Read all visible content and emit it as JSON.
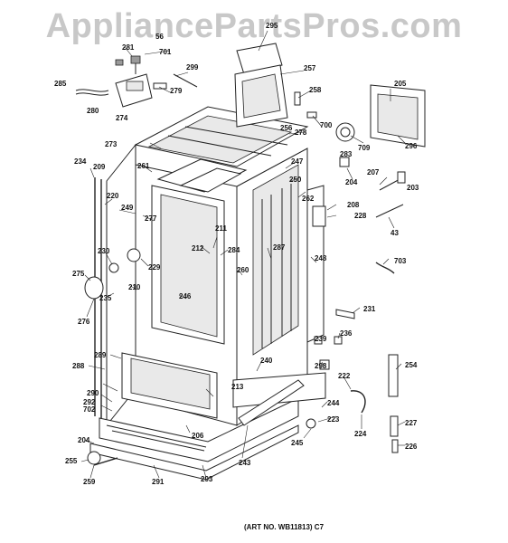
{
  "watermark": "AppliancePartsPros.com",
  "caption": "(ART NO. WB11813) C7",
  "labels": {
    "l295": "295",
    "l56": "56",
    "l281": "281",
    "l701": "701",
    "l299": "299",
    "l257": "257",
    "l285": "285",
    "l279": "279",
    "l258": "258",
    "l280": "280",
    "l274": "274",
    "l205": "205",
    "l700": "700",
    "l256": "256",
    "l278": "278",
    "l709": "709",
    "l296": "296",
    "l273": "273",
    "l283": "283",
    "l247": "247",
    "l234": "234",
    "l209": "209",
    "l261": "261",
    "l207": "207",
    "l250": "250",
    "l204": "204",
    "l203": "203",
    "l262": "262",
    "l220": "220",
    "l208": "208",
    "l249": "249",
    "l277": "277",
    "l228": "228",
    "l211": "211",
    "l43": "43",
    "l287": "287",
    "l212": "212",
    "l284": "284",
    "l230": "230",
    "l248": "248",
    "l703": "703",
    "l229": "229",
    "l260": "260",
    "l275": "275",
    "l210": "210",
    "l246": "246",
    "l235": "235",
    "l231": "231",
    "l276": "276",
    "l239": "239",
    "l236": "236",
    "l289": "289",
    "l298": "298",
    "l254": "254",
    "l288": "288",
    "l240": "240",
    "l222": "222",
    "l213": "213",
    "l290": "290",
    "l244": "244",
    "l292": "292",
    "l702": "702",
    "l223": "223",
    "l227": "227",
    "l224": "224",
    "l206": "206",
    "l204b": "204",
    "l245": "245",
    "l226": "226",
    "l255": "255",
    "l243": "243",
    "l291": "291",
    "l293": "293",
    "l259": "259"
  }
}
